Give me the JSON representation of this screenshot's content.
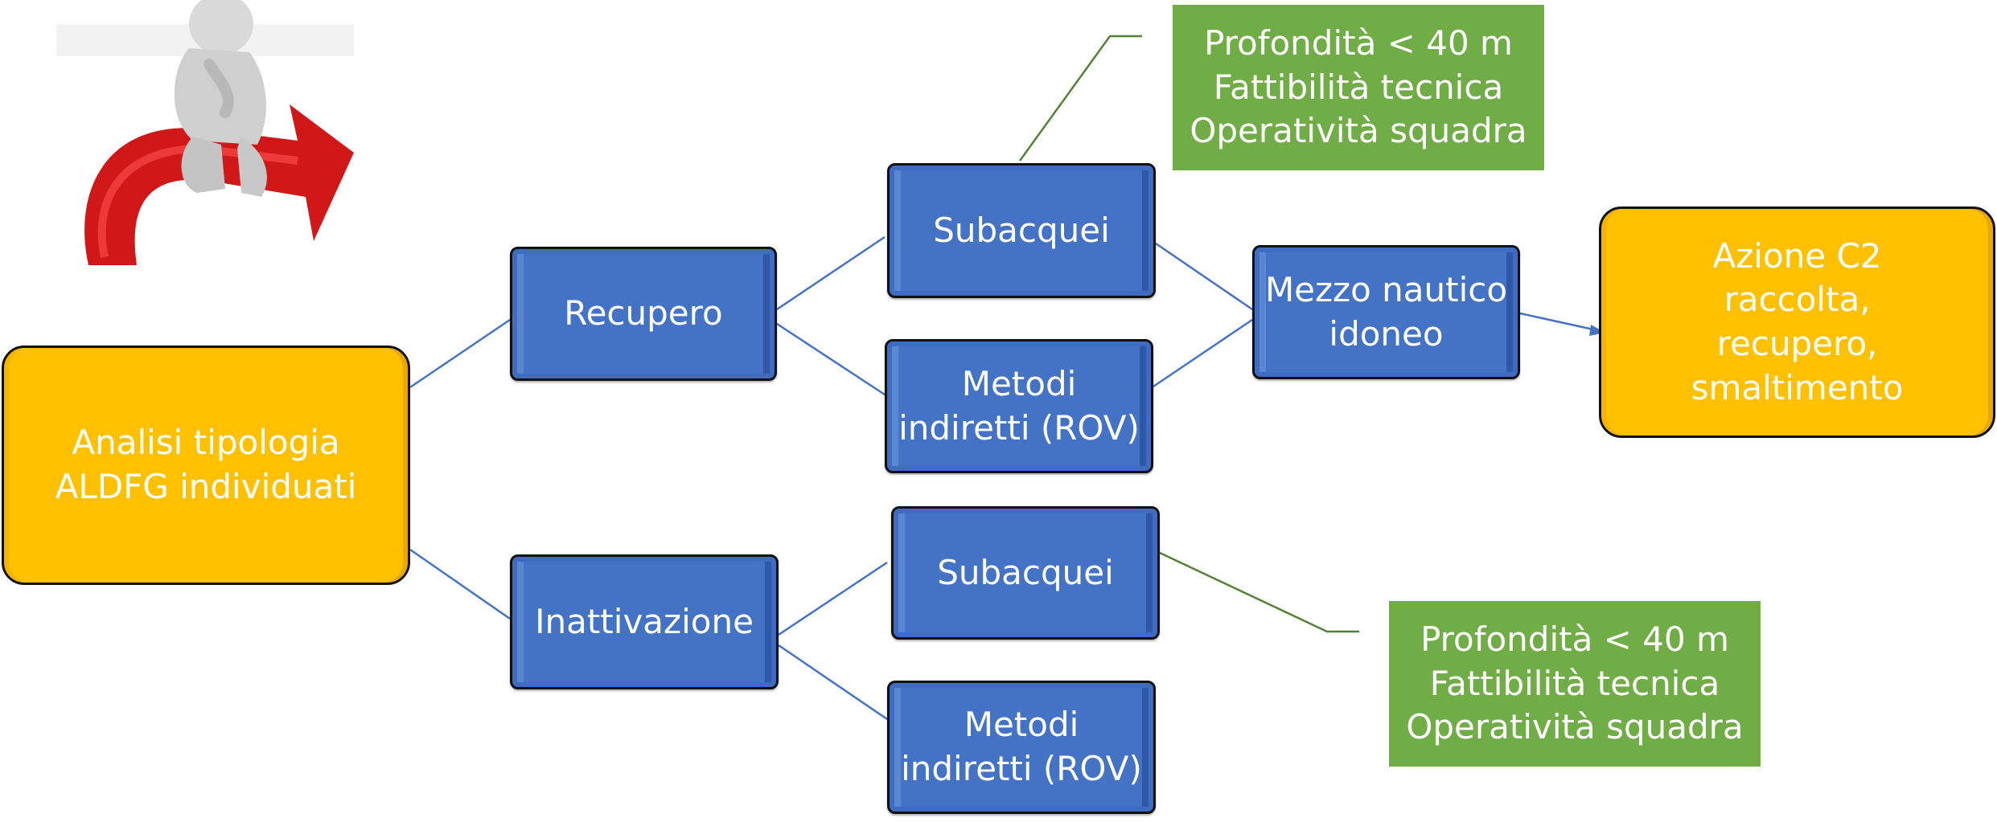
{
  "colors": {
    "blue": "#4472c4",
    "gold": "#ffc000",
    "green": "#70ad47",
    "connector_blue": "#4472c4",
    "connector_green": "#548235"
  },
  "illustration": {
    "icon": "thinking-figure-on-red-arrow-icon"
  },
  "nodes": {
    "analisi": "Analisi tipologia\nALDFG individuati",
    "recupero": "Recupero",
    "inattivazione": "Inattivazione",
    "subacquei_top": "Subacquei",
    "metodi_top": "Metodi\nindiretti (ROV)",
    "subacquei_bottom": "Subacquei",
    "metodi_bottom": "Metodi\nindiretti (ROV)",
    "mezzo": "Mezzo nautico\nidoneo",
    "azione": "Azione C2\nraccolta,\nrecupero,\nsmaltimento",
    "note_top": "Profondità < 40 m\nFattibilità tecnica\nOperatività squadra",
    "note_bottom": "Profondità < 40 m\nFattibilità tecnica\nOperatività squadra"
  }
}
